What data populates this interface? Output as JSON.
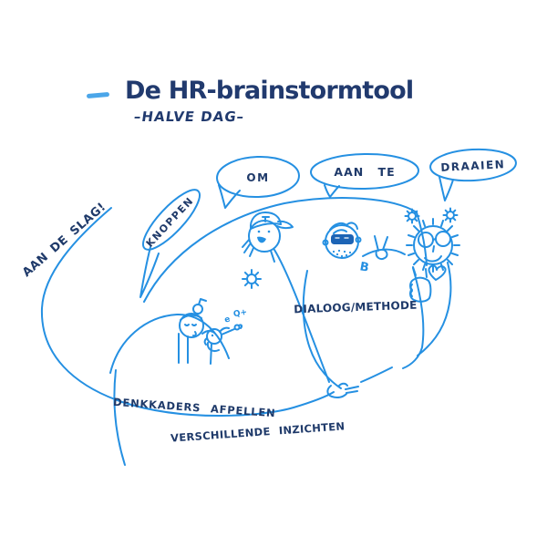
{
  "header": {
    "title": "De HR-brainstormtool",
    "subtitle": "–HALVE DAG–"
  },
  "colors": {
    "accent_dash": "#4ba6e9",
    "sketch_line": "#2590e2",
    "ink_text": "#1f3a6a",
    "title_text": "#213a6e",
    "glasses_fill": "#1d64b5"
  },
  "illustration": {
    "speech_bubbles": [
      {
        "label": "KNOPPEN"
      },
      {
        "label": "OM"
      },
      {
        "label": "AAN TE"
      },
      {
        "label": "DRAAIEN"
      }
    ],
    "labels": {
      "start": "AAN DE SLAG!",
      "method": "DIALOOG/METHODE",
      "peel": "DENKKADERS AFPELLEN",
      "insights": "VERSCHILLENDE INZICHTEN",
      "letter_b": "B",
      "party_note_1": "e",
      "party_note_2": "Q+"
    },
    "characters": [
      "cap-character",
      "beard-character",
      "sun-character",
      "girl-character",
      "party-kid-character"
    ],
    "icons": [
      "gear-icon",
      "heart-icon",
      "peace-hand-icon",
      "grip-fist-icon",
      "pointing-hand-icon",
      "flower-gear-icon"
    ]
  }
}
